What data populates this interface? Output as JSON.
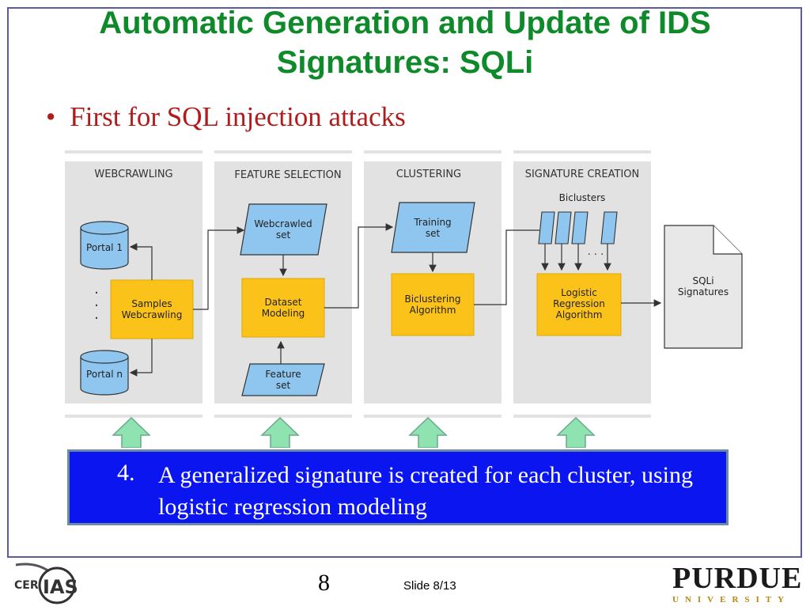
{
  "slide": {
    "title": "Automatic Generation and Update of IDS Signatures: SQLi",
    "bullet": "First for SQL injection attacks"
  },
  "diagram": {
    "panels": [
      {
        "label": "WEBCRAWLING"
      },
      {
        "label": "FEATURE SELECTION"
      },
      {
        "label": "CLUSTERING"
      },
      {
        "label": "SIGNATURE CREATION"
      }
    ],
    "portal_1": "Portal 1",
    "portal_n": "Portal n",
    "dots": "·",
    "samples_webcrawling": [
      "Samples",
      "Webcrawling"
    ],
    "webcrawled_set": [
      "Webcrawled",
      "set"
    ],
    "dataset_modeling": [
      "Dataset",
      "Modeling"
    ],
    "feature_set": [
      "Feature",
      "set"
    ],
    "training_set": [
      "Training",
      "set"
    ],
    "biclustering_algorithm": [
      "Biclustering",
      "Algorithm"
    ],
    "biclusters": "Biclusters",
    "ellipsis": "· · ·",
    "logistic_regression": [
      "Logistic",
      "Regression",
      "Algorithm"
    ],
    "sqli_signatures": [
      "SQLi",
      "Signatures"
    ]
  },
  "callout": {
    "number": "4.",
    "text": "A generalized signature is created for each cluster, using logistic regression modeling"
  },
  "footer": {
    "page_number": "8",
    "slide_label": "Slide 8/13",
    "left_logo_text": "CERIAS",
    "right_logo_word": "PURDUE",
    "right_logo_sub": "UNIVERSITY"
  },
  "colors": {
    "title": "#0f8a2a",
    "bullet": "#b11b1b",
    "callout_bg": "#0b15f0",
    "panel_bg": "#e2e2e2",
    "process_box": "#fbc31a",
    "data_box": "#8ec6f0",
    "up_arrow": "#8fe3b0"
  }
}
